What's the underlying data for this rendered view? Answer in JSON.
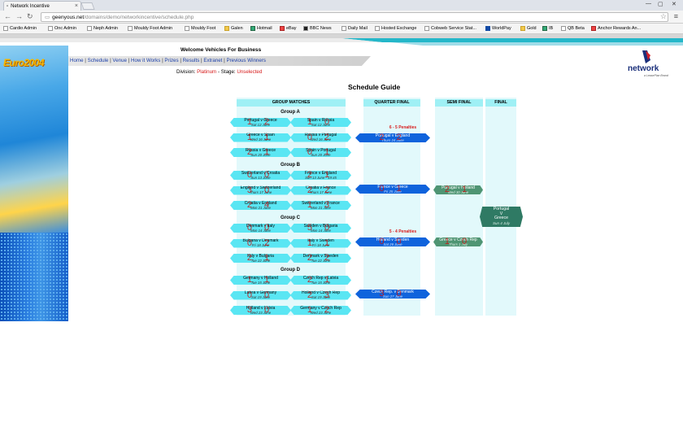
{
  "browser": {
    "tab_title": "Network Incentive",
    "url_host": "geenyous.net",
    "url_path": "/domains/demo/networkincentive/schedule.php",
    "bookmarks": [
      "Cardio Admin",
      "Onc Admin",
      "Neph Admin",
      "Mouldy Foot Admin",
      "Mouldy Foot",
      "Galen",
      "Hotmail",
      "eBay",
      "BBC News",
      "Daily Mail",
      "Hosted Exchange",
      "Cobweb Service Stat...",
      "WorldPay",
      "Gold",
      "IB",
      "QB Beta",
      "Anchor Rewards An..."
    ]
  },
  "site": {
    "logo_text": "Euro2004",
    "welcome": "Welcome Vehicles For Business",
    "nav": [
      "Home",
      "Schedule",
      "Venue",
      "How it Works",
      "Prizes",
      "Results",
      "Extranet",
      "Previous Winners"
    ],
    "division_label": "Division:",
    "division_value": "Platinum",
    "stage_label": "- Stage:",
    "stage_value": "Unselected",
    "brand_name": "network",
    "brand_sub": "a LeasePlan Brand",
    "colors": {
      "accent_red": "#d61a1a",
      "nav_link": "#1b3fa8",
      "match_cyan": "#5ae6f3",
      "match_blue": "#0f63dc",
      "match_green": "#4f9573"
    }
  },
  "schedule": {
    "title": "Schedule Guide",
    "headers": [
      "GROUP MATCHES",
      "QUARTER FINAL",
      "SEMI FINAL",
      "FINAL"
    ],
    "groups": [
      {
        "name": "Group A",
        "matches": [
          {
            "teams": "Portugal v Greece",
            "date": "Sat 12 June",
            "score": "1 2"
          },
          {
            "teams": "Spain v Russia",
            "date": "Sat 12 June",
            "score": "1 0"
          },
          {
            "teams": "Greece v Spain",
            "date": "Wed 16 June",
            "score": "1 1"
          },
          {
            "teams": "Russia v Portugal",
            "date": "Wed 16 June",
            "score": "0 2"
          },
          {
            "teams": "Russia v Greece",
            "date": "Sun 20 June",
            "score": "2 1"
          },
          {
            "teams": "Spain v Portugal",
            "date": "Sun 20 June",
            "score": "0 1"
          }
        ]
      },
      {
        "name": "Group B",
        "matches": [
          {
            "teams": "Switzerland v Croatia",
            "date": "Sun 13 June",
            "score": "0 0"
          },
          {
            "teams": "France v England",
            "date": "Sun 13 June - 19:45",
            "score": "2 1"
          },
          {
            "teams": "England v Switzerland",
            "date": "Thurs 17 June",
            "score": "3 0"
          },
          {
            "teams": "Croatia v France",
            "date": "Thurs 17 June",
            "score": "2 2"
          },
          {
            "teams": "Croatia v England",
            "date": "Mon 21 June",
            "score": "2 4"
          },
          {
            "teams": "Switzerland v France",
            "date": "Mon 21 June",
            "score": "1 3"
          }
        ]
      },
      {
        "name": "Group C",
        "matches": [
          {
            "teams": "Denmark v Italy",
            "date": "Mon 14 June",
            "score": "0 0"
          },
          {
            "teams": "Sweden v Bulgaria",
            "date": "Mon 14 June",
            "score": "5 0"
          },
          {
            "teams": "Bulgaria v Denmark",
            "date": "Fri 18 June",
            "score": "0 2"
          },
          {
            "teams": "Italy v Sweden",
            "date": "Fri 18 June",
            "score": "1 1"
          },
          {
            "teams": "Italy v Bulgaria",
            "date": "Tue 22 June",
            "score": "2 1"
          },
          {
            "teams": "Denmark v Sweden",
            "date": "Tue 22 June",
            "score": "2 2"
          }
        ]
      },
      {
        "name": "Group D",
        "matches": [
          {
            "teams": "Germany v Holland",
            "date": "Tue 15 June",
            "score": "1 1"
          },
          {
            "teams": "Czech Rep v Latvia",
            "date": "Tue 15 June",
            "score": "2 1"
          },
          {
            "teams": "Latvia v Germany",
            "date": "Sat 19 June",
            "score": "0 0"
          },
          {
            "teams": "Holland v Czech Rep",
            "date": "Sat 19 June",
            "score": "2 3"
          },
          {
            "teams": "Holland v Latvia",
            "date": "Wed 23 June",
            "score": "3 0"
          },
          {
            "teams": "Germany v Czech Rep",
            "date": "Wed 23 June",
            "score": "1 2"
          }
        ]
      }
    ],
    "quarter_finals": [
      {
        "teams": "Portugal v England",
        "date": "Thurs 24 June",
        "score": "2 2",
        "note": "6 - 5 Penalties"
      },
      {
        "teams": "France v Greece",
        "date": "Fri 25 June",
        "score": "0 1",
        "note": ""
      },
      {
        "teams": "Holland v Sweden",
        "date": "Sat 26 June",
        "score": "0 0",
        "note": "5 - 4 Penalties"
      },
      {
        "teams": "Czech Rep. v Denmark",
        "date": "Sun 27 June",
        "score": "3 0",
        "note": ""
      }
    ],
    "semi_finals": [
      {
        "teams": "Portugal v Holland",
        "date": "Wed 30 June",
        "score": "2 1"
      },
      {
        "teams": "Greece v Czech Rep",
        "date": "Thurs 1 July",
        "score": "1 0"
      }
    ],
    "final": {
      "team1": "Portugal",
      "vs": "V",
      "team2": "Greece",
      "date": "Sun 4 July"
    }
  }
}
